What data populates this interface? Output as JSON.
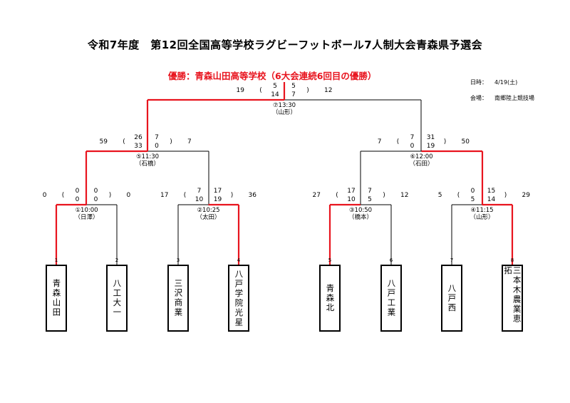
{
  "title": "令和7年度　第12回全国高等学校ラグビーフットボール7人制大会青森県予選会",
  "champion": "優勝：青森山田高等学校（6大会連続6回目の優勝）",
  "info": {
    "date_label": "日時：",
    "date_value": "4/19(土)",
    "venue_label": "会場：",
    "venue_value": "南郷陸上競技場"
  },
  "colors": {
    "winner_line": "#e8141e",
    "line": "#000000"
  },
  "teams": [
    {
      "seed": "1",
      "name": "青森山田"
    },
    {
      "seed": "2",
      "name": "八工大一"
    },
    {
      "seed": "3",
      "name": "三沢商業"
    },
    {
      "seed": "4",
      "name": "八戸学院光星"
    },
    {
      "seed": "5",
      "name": "青森北"
    },
    {
      "seed": "6",
      "name": "八戸工業"
    },
    {
      "seed": "7",
      "name": "八戸西"
    },
    {
      "seed": "8",
      "name": "三本木農業恵拓"
    }
  ],
  "matches": [
    {
      "id": "m1",
      "no_time": "①10:00",
      "venue": "（日澤）",
      "left_total": "0",
      "left_half1": "0",
      "left_half2": "0",
      "right_half1": "0",
      "right_half2": "0",
      "right_total": "0",
      "winner": "left"
    },
    {
      "id": "m2",
      "no_time": "②10:25",
      "venue": "（太田）",
      "left_total": "17",
      "left_half1": "7",
      "left_half2": "10",
      "right_half1": "17",
      "right_half2": "19",
      "right_total": "36",
      "winner": "right"
    },
    {
      "id": "m3",
      "no_time": "③10:50",
      "venue": "（橋本）",
      "left_total": "27",
      "left_half1": "17",
      "left_half2": "10",
      "right_half1": "7",
      "right_half2": "5",
      "right_total": "12",
      "winner": "left"
    },
    {
      "id": "m4",
      "no_time": "④11:15",
      "venue": "（山形）",
      "left_total": "5",
      "left_half1": "0",
      "left_half2": "5",
      "right_half1": "15",
      "right_half2": "14",
      "right_total": "29",
      "winner": "right"
    },
    {
      "id": "m5",
      "no_time": "⑤11:30",
      "venue": "（石橋）",
      "left_total": "59",
      "left_half1": "26",
      "left_half2": "33",
      "right_half1": "7",
      "right_half2": "0",
      "right_total": "7",
      "winner": "left"
    },
    {
      "id": "m6",
      "no_time": "⑥12:00",
      "venue": "（石田）",
      "left_total": "7",
      "left_half1": "7",
      "left_half2": "0",
      "right_half1": "31",
      "right_half2": "19",
      "right_total": "50",
      "winner": "right"
    },
    {
      "id": "m7",
      "no_time": "⑦13:30",
      "venue": "（山形）",
      "left_total": "19",
      "left_half1": "5",
      "left_half2": "14",
      "right_half1": "5",
      "right_half2": "7",
      "right_total": "12",
      "winner": "left"
    }
  ]
}
